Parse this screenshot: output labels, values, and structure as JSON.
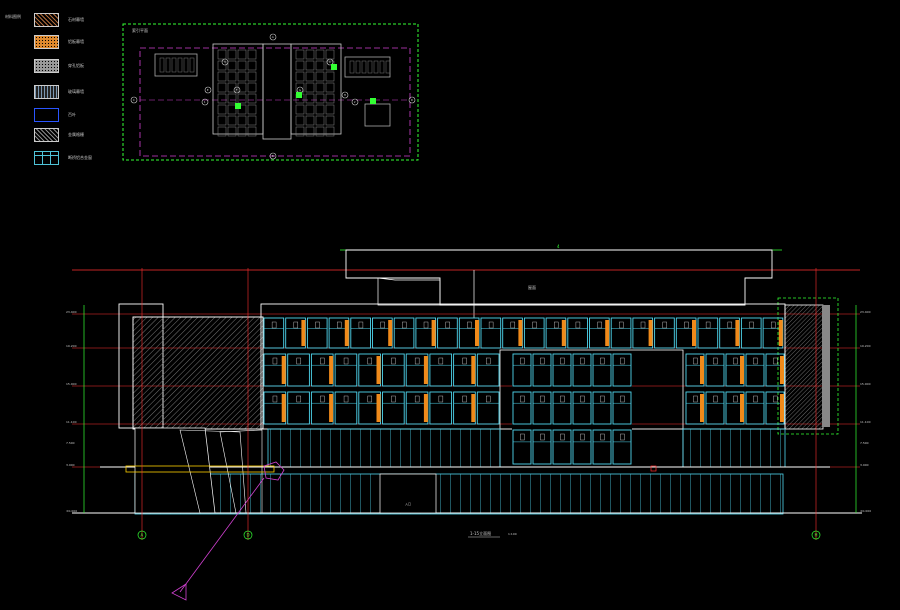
{
  "legend": {
    "title": "材料图例",
    "items": [
      {
        "label": "石材幕墙",
        "color": "#b06a3a",
        "pattern": "crosshatch"
      },
      {
        "label": "铝板幕墙",
        "color": "#e08a2e",
        "pattern": "dots"
      },
      {
        "label": "穿孔铝板",
        "color": "#9a9a9a",
        "pattern": "dots"
      },
      {
        "label": "玻璃幕墙",
        "color": "#7a96b0",
        "pattern": "grid"
      },
      {
        "label": "百叶",
        "color": "#2a55ff",
        "pattern": "outline"
      },
      {
        "label": "金属格栅",
        "color": "#8a8a8a",
        "pattern": "crosshatch"
      },
      {
        "label": "断桥铝合金窗",
        "color": "#4fc3d8",
        "pattern": "window"
      }
    ]
  },
  "keyplan": {
    "title": "索引平面",
    "axis_marks": [
      "A",
      "B",
      "C",
      "D",
      "E",
      "F",
      "G",
      "H",
      "1",
      "2",
      "3",
      "4"
    ]
  },
  "elevation": {
    "title": "1-15立面图",
    "scale": "1:100",
    "roof_label": "屋面",
    "axis_labels": [
      "A",
      "D",
      "H"
    ],
    "level_marks_left": [
      "23.400",
      "19.200",
      "15.000",
      "11.100",
      "7.500",
      "3.900",
      "±0.000"
    ],
    "level_marks_right": [
      "23.400",
      "19.200",
      "15.000",
      "11.100",
      "7.500",
      "3.900",
      "±0.000"
    ],
    "entrance_label": "入口",
    "top_dimension": "4"
  },
  "colors": {
    "background": "#000000",
    "outline": "#ffffff",
    "window": "#4fd8f0",
    "accent_orange": "#f08a1a",
    "grid_red": "#ff3030",
    "green_line": "#33ff33",
    "magenta": "#d040d0"
  }
}
